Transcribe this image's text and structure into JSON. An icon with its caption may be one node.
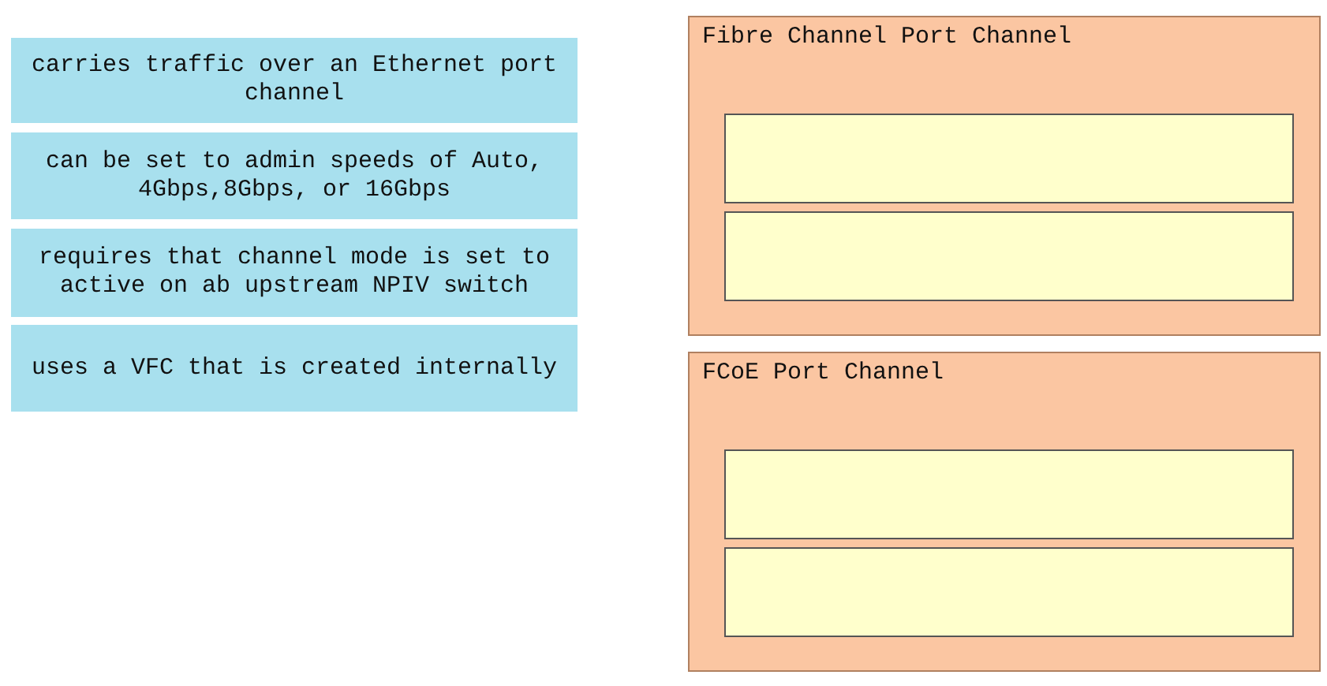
{
  "diagram": {
    "nodes": [
      {
        "text": [
          "carries traffic over an Ethernet port channel"
        ]
      },
      {
        "text": [
          "can be set to admin speeds of Auto, 4Gbps,8Gbps, or 16Gbps"
        ]
      },
      {
        "text": [
          "requires that channel mode is set to active on ab upstream NPIV switch"
        ]
      },
      {
        "text": [
          "uses a VFC that is created internally"
        ]
      },
      {
        "text": [
          "Fibre Channel Port Channel"
        ]
      },
      {
        "text": [],
        "shape": "box",
        "in": 4
      },
      {
        "text": [],
        "shape": "box",
        "in": 4
      },
      {
        "text": [
          "FCoE Port Channel"
        ]
      },
      {
        "text": [],
        "shape": "box",
        "in": 7
      },
      {
        "text": [],
        "shape": "box",
        "in": 7
      }
    ]
  }
}
